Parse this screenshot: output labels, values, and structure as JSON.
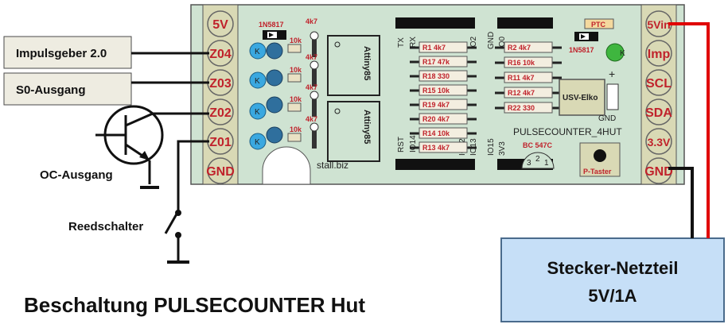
{
  "title": "Beschaltung PULSECOUNTER Hut",
  "board": {
    "name": "PULSECOUNTER_4HUT",
    "site": "stall.biz",
    "left_pins": [
      "5V",
      "Z04",
      "Z03",
      "Z02",
      "Z01",
      "GND"
    ],
    "right_pins": [
      "5Vin",
      "Imp",
      "SCL",
      "SDA",
      "3.3V",
      "GND"
    ],
    "chip1": "Attiny85",
    "chip2": "Attiny85",
    "diode_left": "1N5817",
    "diode_right": "1N5817",
    "ptc": "PTC",
    "usv": "USV-Elko",
    "usv_plus": "+",
    "usv_gnd": "GND",
    "transistor": "BC 547C",
    "transistor_pins": [
      "3",
      "2",
      "1"
    ],
    "button": "P-Taster",
    "cap_label": "4k7",
    "res_small": "10k",
    "k": "K",
    "header_top": [
      "TX",
      "RX",
      "IO2",
      "GND",
      "IO0"
    ],
    "header_bottom": [
      "RST",
      "IO14",
      "IO12",
      "IO13",
      "IO15",
      "3V3"
    ],
    "resistors_left": [
      "R1 4k7",
      "R17 47k",
      "R18 330",
      "R15 10k",
      "R19 4k7",
      "R20 4k7",
      "R14 10k",
      "R13 4k7"
    ],
    "resistors_right": [
      "R2 4k7",
      "R16 10k",
      "R11 4k7",
      "R12 4k7",
      "R22 330"
    ]
  },
  "inputs": {
    "impulsgeber": "Impulsgeber 2.0",
    "s0": "S0-Ausgang",
    "oc": "OC-Ausgang",
    "reed": "Reedschalter"
  },
  "psu": {
    "line1": "Stecker-Netzteil",
    "line2": "5V/1A"
  },
  "colors": {
    "board": "#cfe3d2",
    "pin": "#d9d9b5",
    "box": "#eeece1",
    "psu": "#c6dff7",
    "red": "#e00000",
    "label": "#c0222b"
  }
}
